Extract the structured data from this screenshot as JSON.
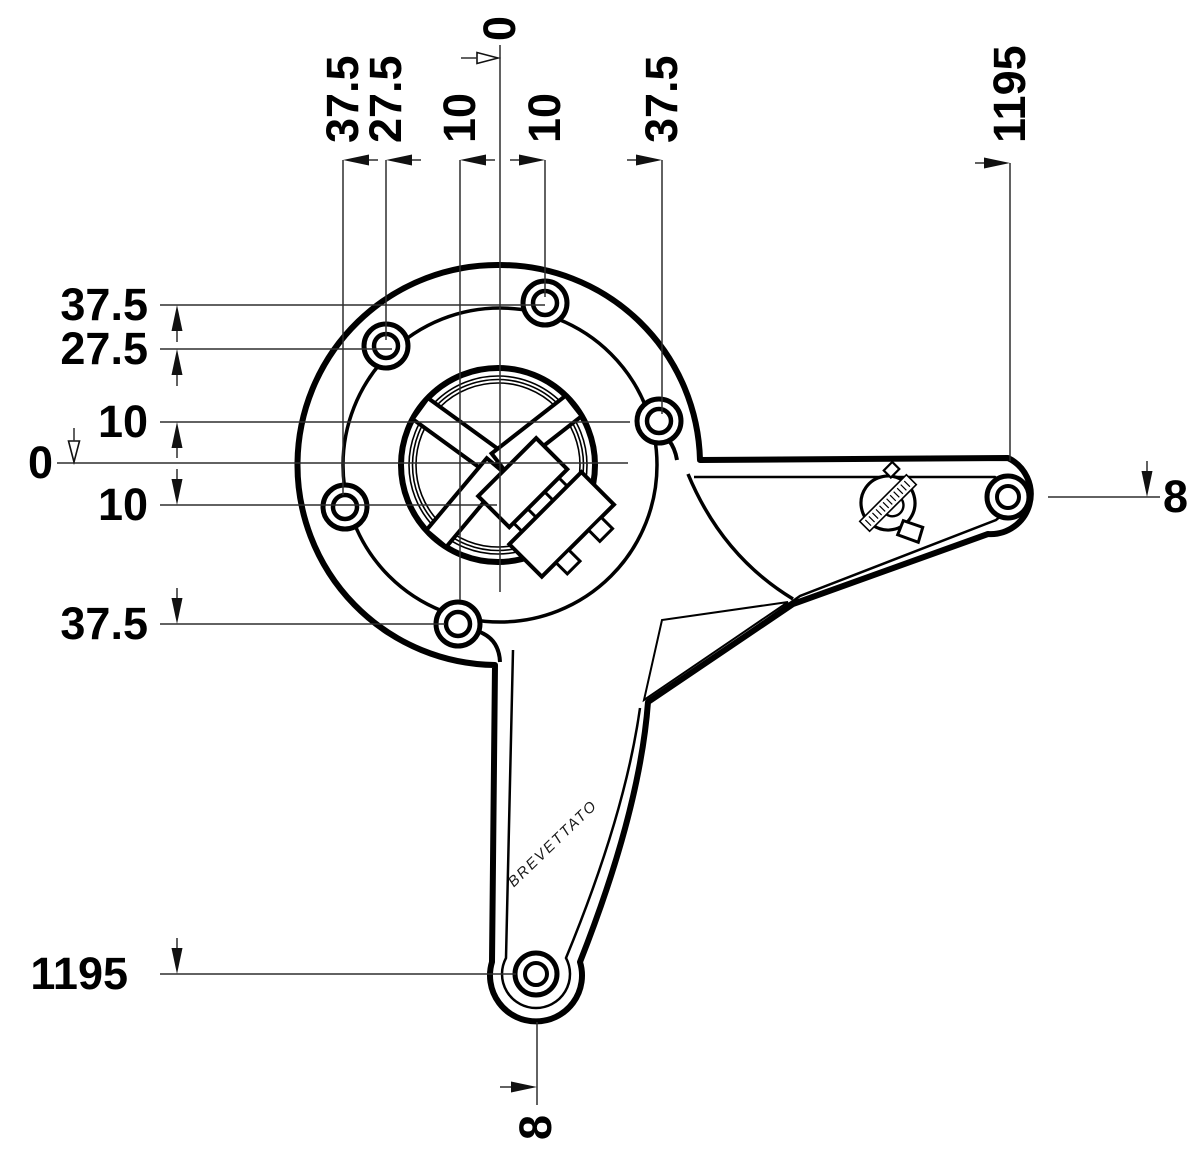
{
  "dimensions": {
    "top_row": [
      "37.5",
      "27.5",
      "10",
      "0",
      "10",
      "37.5",
      "1195"
    ],
    "left_column": [
      "37.5",
      "27.5",
      "10",
      "0",
      "10",
      "37.5",
      "1195"
    ],
    "right_value": "8",
    "bottom_value": "8"
  },
  "annotations": {
    "patent_text": "BREVETTATO"
  },
  "icons": {
    "logo": "manufacturer-logo"
  },
  "colors": {
    "background": "#ffffff",
    "part_line": "#000000",
    "dimension_line": "#2e2e2e",
    "text": "#000000"
  }
}
